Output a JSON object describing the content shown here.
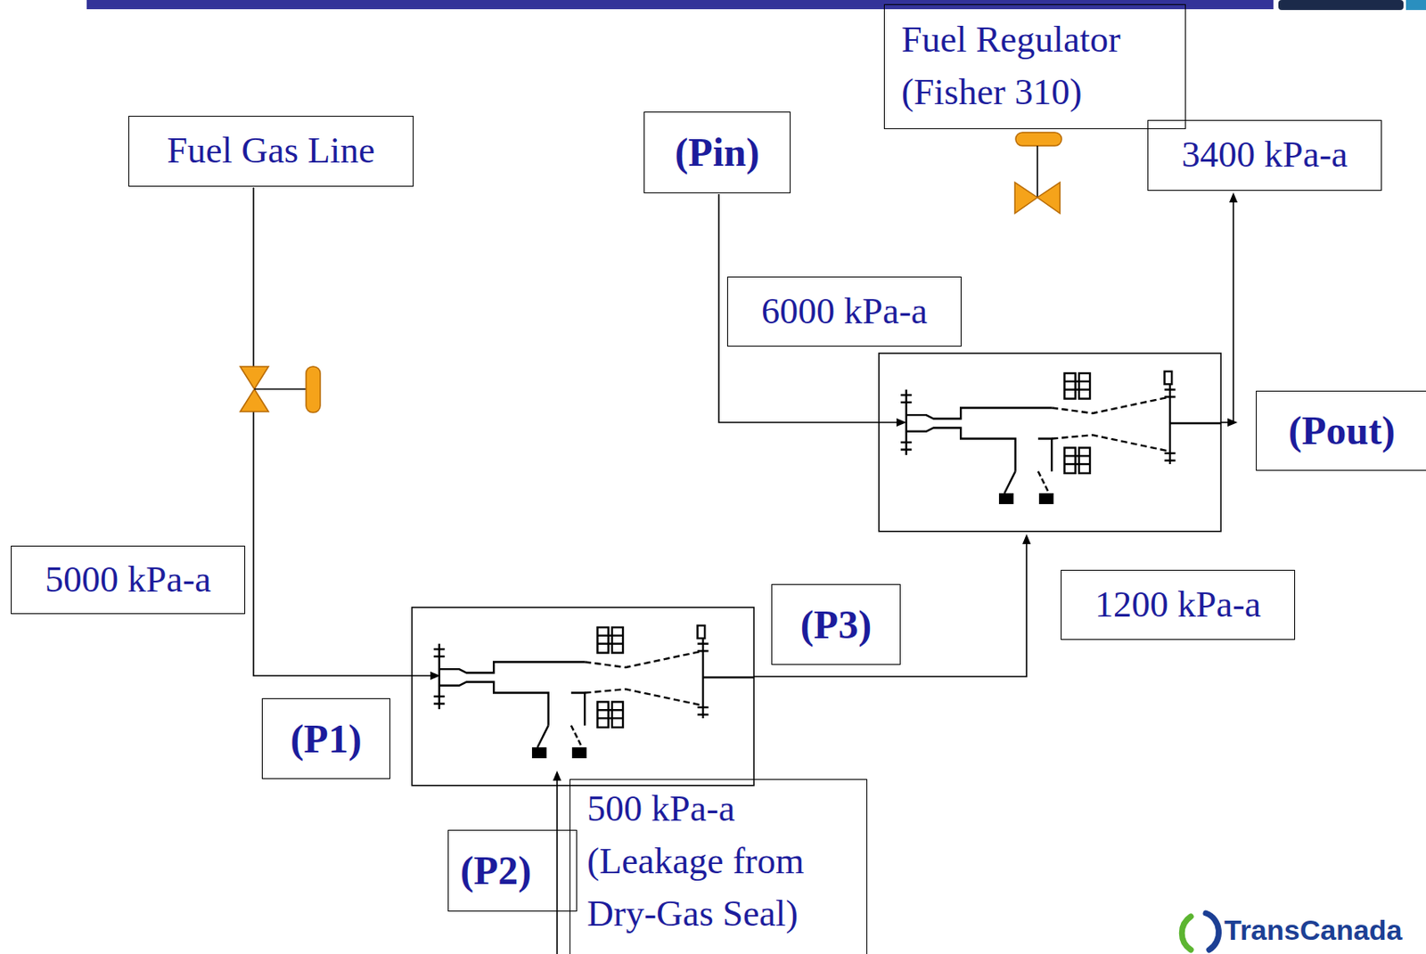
{
  "diagram": {
    "nodes": [
      {
        "text": [
          "Fuel Regulator (Fisher 310)"
        ]
      },
      {
        "text": [
          "Fuel Gas Line"
        ]
      },
      {
        "text": [
          "(Pin)"
        ]
      },
      {
        "text": [
          "3400 kPa-a"
        ]
      },
      {
        "text": [
          "6000 kPa-a"
        ]
      },
      {
        "text": [
          "(Pout)"
        ]
      },
      {
        "text": [
          "5000 kPa-a"
        ]
      },
      {
        "text": [
          "(P3)"
        ]
      },
      {
        "text": [
          "1200 kPa-a"
        ]
      },
      {
        "text": [
          "(P1)"
        ]
      },
      {
        "text": [
          "500 kPa-a (Leakage from Dry-Gas Seal)"
        ]
      },
      {
        "text": [
          "(P2)"
        ]
      }
    ],
    "labels": [
      "TransCanada"
    ]
  }
}
